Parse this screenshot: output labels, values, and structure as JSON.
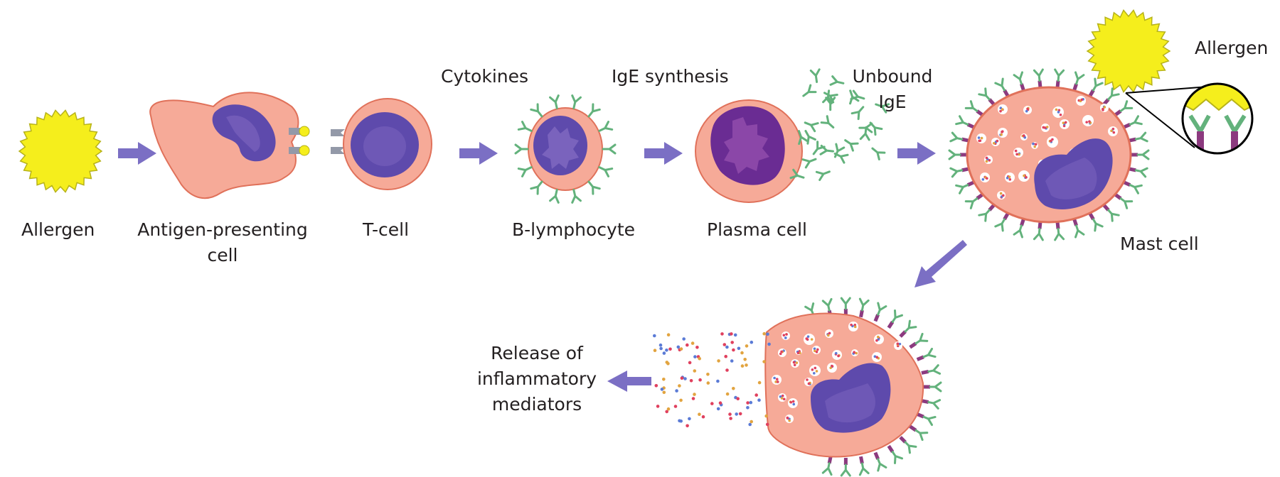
{
  "title": "Allergic sensitization and mast cell degranulation",
  "colors": {
    "arrow": "#7b6fc4",
    "allergen": "#f5ee1c",
    "allergen_stroke": "#b6b21a",
    "cytoplasm": "#f6aa98",
    "membrane": "#e0715a",
    "nucleus": "#5e4aac",
    "nucleus_inner": "#7a63bd",
    "plasma_nucleus": "#6a2c93",
    "plasma_inner": "#8b47a8",
    "ige": "#63b27c",
    "receptor": "#8c3a7f",
    "mediator_red": "#e0405e",
    "mediator_blue": "#5b7bd6",
    "mediator_orange": "#e2a440",
    "text": "#231f20"
  },
  "labels": {
    "allergen": "Allergen",
    "apc_line1": "Antigen-presenting",
    "apc_line2": "cell",
    "tcell": "T-cell",
    "cytokines": "Cytokines",
    "blymph": "B-lymphocyte",
    "ige_synthesis": "IgE synthesis",
    "plasma": "Plasma cell",
    "unbound_line1": "Unbound",
    "unbound_line2": "IgE",
    "allergen2": "Allergen",
    "mast": "Mast cell",
    "release_line1": "Release of",
    "release_line2": "inflammatory",
    "release_line3": "mediators"
  }
}
